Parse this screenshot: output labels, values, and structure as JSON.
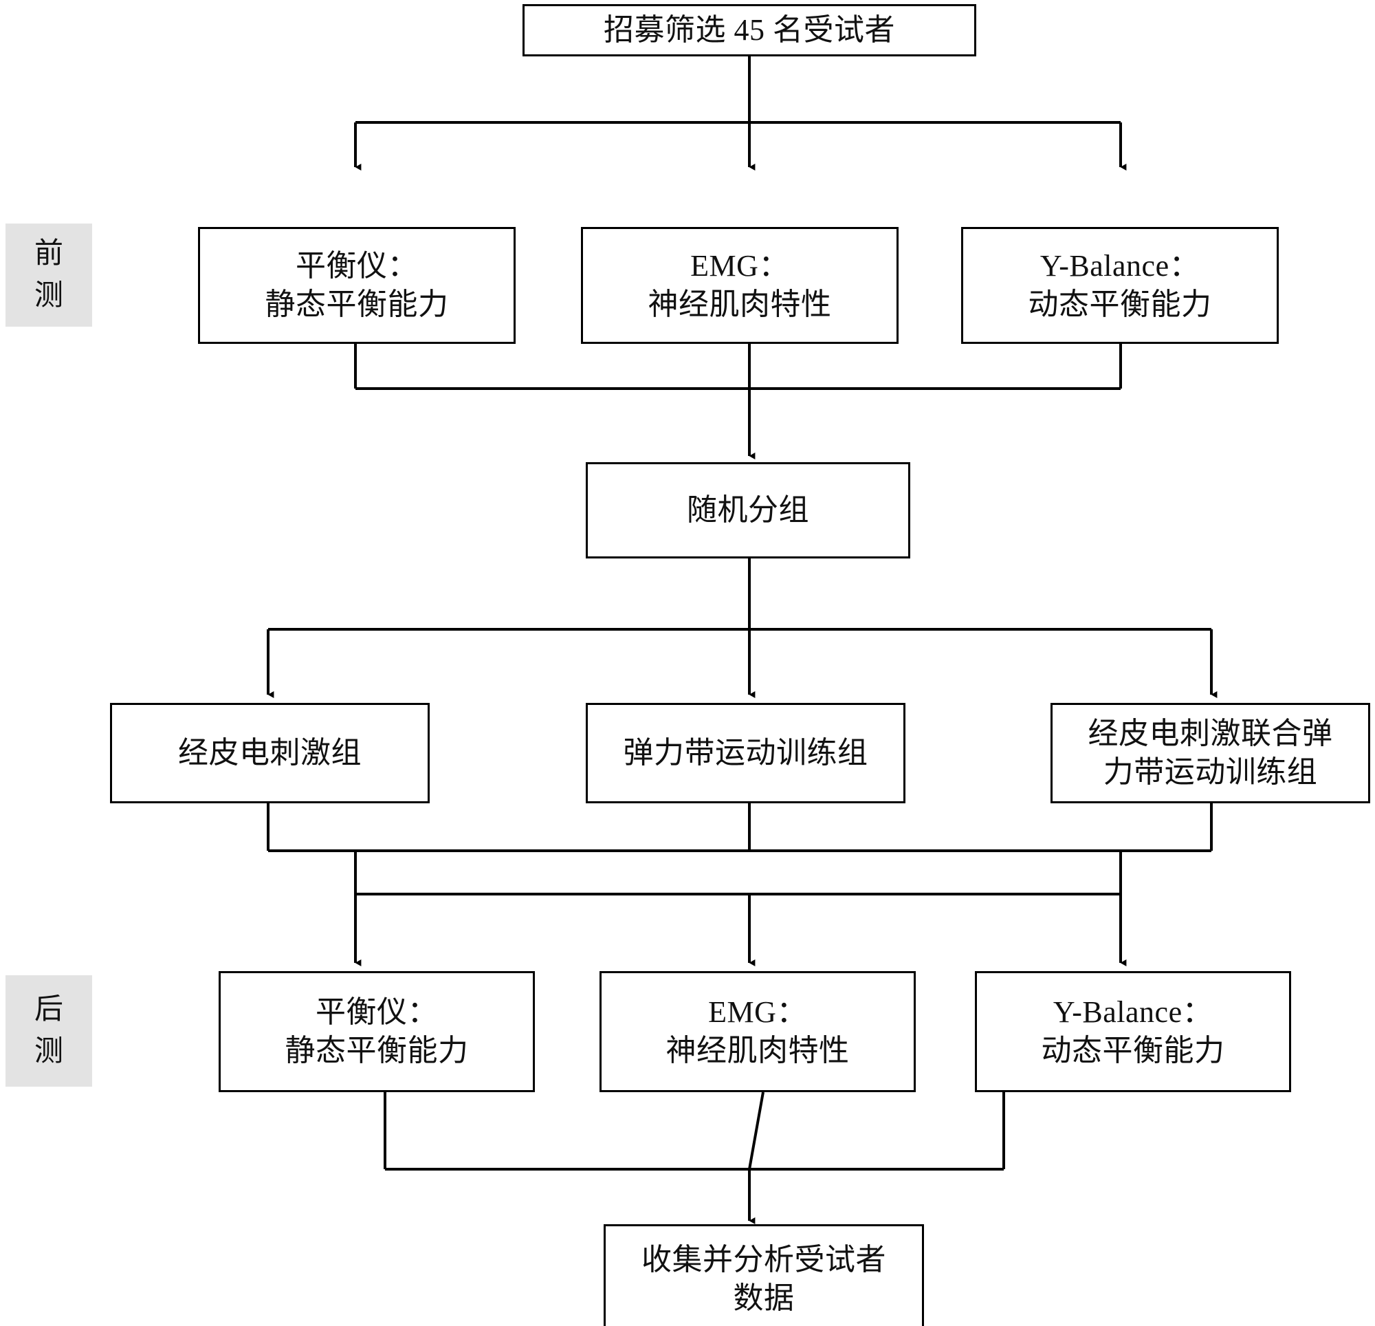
{
  "diagram": {
    "title_text": "招募筛选 45 名受试者",
    "type": "flowchart",
    "orientation": "top-to-bottom",
    "colors": {
      "background": "#ffffff",
      "box_border": "#000000",
      "box_fill": "#ffffff",
      "text": "#111111",
      "phase_label_fill": "#e3e3e3",
      "connector": "#000000"
    }
  },
  "phases": [
    {
      "key": "pre",
      "label": "前\n测"
    },
    {
      "key": "post",
      "label": "后\n测"
    }
  ],
  "nodes": {
    "recruit": {
      "label": "招募筛选 45 名受试者"
    },
    "pre_balance": {
      "label": "平衡仪：\n静态平衡能力"
    },
    "pre_emg": {
      "label": "EMG：\n神经肌肉特性"
    },
    "pre_ybalance": {
      "label": "Y-Balance：\n动态平衡能力"
    },
    "randomize": {
      "label": "随机分组"
    },
    "group_tens": {
      "label": "经皮电刺激组"
    },
    "group_band": {
      "label": "弹力带运动训练组"
    },
    "group_combined": {
      "label": "经皮电刺激联合弹\n力带运动训练组"
    },
    "post_balance": {
      "label": "平衡仪：\n静态平衡能力"
    },
    "post_emg": {
      "label": "EMG：\n神经肌肉特性"
    },
    "post_ybalance": {
      "label": "Y-Balance：\n动态平衡能力"
    },
    "analysis": {
      "label": "收集并分析受试者\n数据"
    }
  },
  "edges": [
    {
      "from": "recruit",
      "to": "pre_balance"
    },
    {
      "from": "recruit",
      "to": "pre_emg"
    },
    {
      "from": "recruit",
      "to": "pre_ybalance"
    },
    {
      "from": "pre_balance",
      "to": "randomize"
    },
    {
      "from": "pre_emg",
      "to": "randomize"
    },
    {
      "from": "pre_ybalance",
      "to": "randomize"
    },
    {
      "from": "randomize",
      "to": "group_tens"
    },
    {
      "from": "randomize",
      "to": "group_band"
    },
    {
      "from": "randomize",
      "to": "group_combined"
    },
    {
      "from": "group_tens",
      "to": "post_balance"
    },
    {
      "from": "group_band",
      "to": "post_emg"
    },
    {
      "from": "group_combined",
      "to": "post_ybalance"
    },
    {
      "from": "post_balance",
      "to": "analysis"
    },
    {
      "from": "post_emg",
      "to": "analysis"
    },
    {
      "from": "post_ybalance",
      "to": "analysis"
    }
  ]
}
